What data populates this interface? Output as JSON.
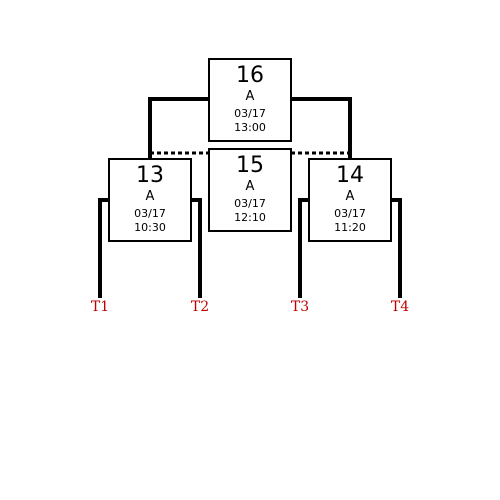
{
  "matches": [
    {
      "number": "16",
      "group": "A",
      "date": "03/17",
      "time": "13:00"
    },
    {
      "number": "15",
      "group": "A",
      "date": "03/17",
      "time": "12:10"
    },
    {
      "number": "13",
      "group": "A",
      "date": "03/17",
      "time": "10:30"
    },
    {
      "number": "14",
      "group": "A",
      "date": "03/17",
      "time": "11:20"
    }
  ],
  "teams": [
    "T1",
    "T2",
    "T3",
    "T4"
  ],
  "colors": {
    "line": "#000000",
    "team_label": "#c00000"
  }
}
